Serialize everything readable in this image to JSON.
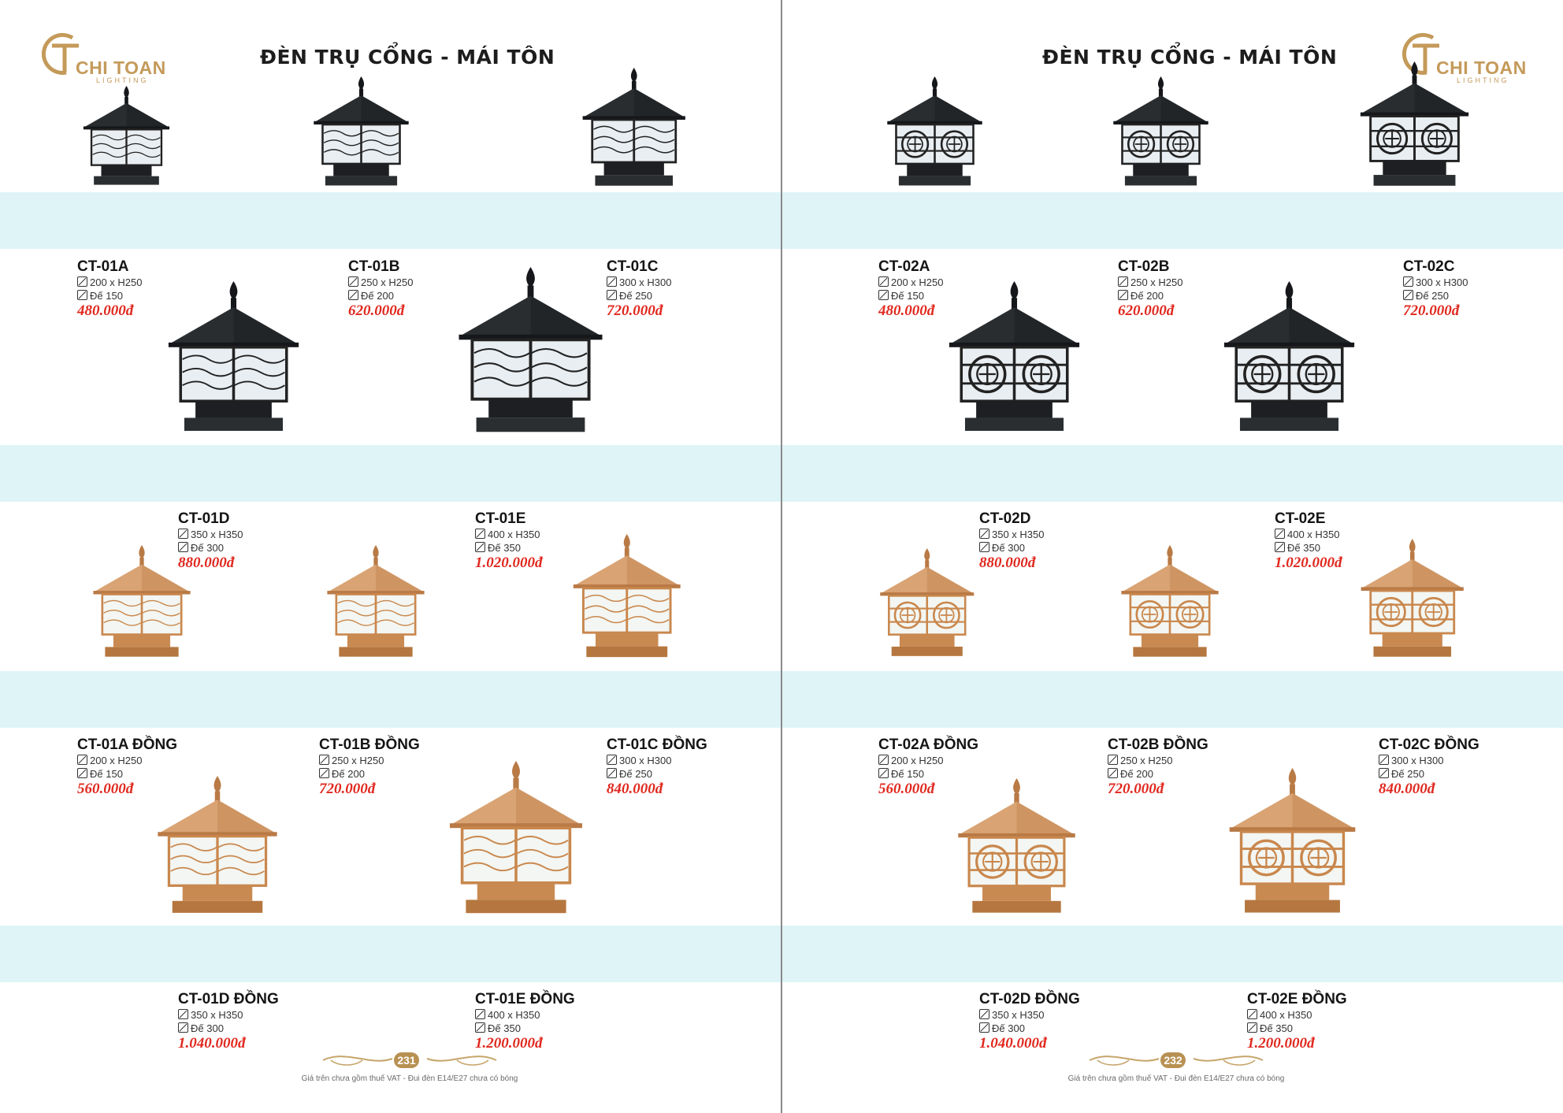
{
  "left_page": {
    "title": "ĐÈN TRỤ CỔNG - MÁI TÔN",
    "logo": {
      "name": "CHI TOAN",
      "sub": "LIGHTING"
    },
    "page_number": "231",
    "footer_note": "Giá trên chưa gồm thuế VAT - Đui đèn E14/E27 chưa có bóng",
    "products": [
      {
        "code": "CT-01A",
        "size": "200 x H250",
        "base": "Đế 150",
        "price": "480.000đ",
        "finish": "black",
        "pattern": "wave"
      },
      {
        "code": "CT-01B",
        "size": "250 x H250",
        "base": "Đế 200",
        "price": "620.000đ",
        "finish": "black",
        "pattern": "wave"
      },
      {
        "code": "CT-01C",
        "size": "300 x H300",
        "base": "Đế 250",
        "price": "720.000đ",
        "finish": "black",
        "pattern": "wave"
      },
      {
        "code": "CT-01D",
        "size": "350 x H350",
        "base": "Đế 300",
        "price": "880.000đ",
        "finish": "black",
        "pattern": "wave"
      },
      {
        "code": "CT-01E",
        "size": "400 x H350",
        "base": "Đế 350",
        "price": "1.020.000đ",
        "finish": "black",
        "pattern": "wave"
      },
      {
        "code": "CT-01A ĐỒNG",
        "size": "200 x H250",
        "base": "Đế 150",
        "price": "560.000đ",
        "finish": "copper",
        "pattern": "wave"
      },
      {
        "code": "CT-01B ĐỒNG",
        "size": "250 x H250",
        "base": "Đế 200",
        "price": "720.000đ",
        "finish": "copper",
        "pattern": "wave"
      },
      {
        "code": "CT-01C ĐỒNG",
        "size": "300 x H300",
        "base": "Đế 250",
        "price": "840.000đ",
        "finish": "copper",
        "pattern": "wave"
      },
      {
        "code": "CT-01D ĐỒNG",
        "size": "350 x H350",
        "base": "Đế 300",
        "price": "1.040.000đ",
        "finish": "copper",
        "pattern": "wave"
      },
      {
        "code": "CT-01E ĐỒNG",
        "size": "400 x H350",
        "base": "Đế 350",
        "price": "1.200.000đ",
        "finish": "copper",
        "pattern": "wave"
      }
    ]
  },
  "right_page": {
    "title": "ĐÈN TRỤ CỔNG - MÁI TÔN",
    "logo": {
      "name": "CHI TOAN",
      "sub": "LIGHTING"
    },
    "page_number": "232",
    "footer_note": "Giá trên chưa gồm thuế VAT - Đui đèn E14/E27 chưa có bóng",
    "products": [
      {
        "code": "CT-02A",
        "size": "200 x H250",
        "base": "Đế 150",
        "price": "480.000đ",
        "finish": "black",
        "pattern": "circle"
      },
      {
        "code": "CT-02B",
        "size": "250 x H250",
        "base": "Đế 200",
        "price": "620.000đ",
        "finish": "black",
        "pattern": "circle"
      },
      {
        "code": "CT-02C",
        "size": "300 x H300",
        "base": "Đế 250",
        "price": "720.000đ",
        "finish": "black",
        "pattern": "circle"
      },
      {
        "code": "CT-02D",
        "size": "350 x H350",
        "base": "Đế 300",
        "price": "880.000đ",
        "finish": "black",
        "pattern": "circle"
      },
      {
        "code": "CT-02E",
        "size": "400 x H350",
        "base": "Đế 350",
        "price": "1.020.000đ",
        "finish": "black",
        "pattern": "circle"
      },
      {
        "code": "CT-02A ĐỒNG",
        "size": "200 x H250",
        "base": "Đế 150",
        "price": "560.000đ",
        "finish": "copper",
        "pattern": "circle"
      },
      {
        "code": "CT-02B ĐỒNG",
        "size": "250 x H250",
        "base": "Đế 200",
        "price": "720.000đ",
        "finish": "copper",
        "pattern": "circle"
      },
      {
        "code": "CT-02C ĐỒNG",
        "size": "300 x H300",
        "base": "Đế 250",
        "price": "840.000đ",
        "finish": "copper",
        "pattern": "circle"
      },
      {
        "code": "CT-02D ĐỒNG",
        "size": "350 x H350",
        "base": "Đế 300",
        "price": "1.040.000đ",
        "finish": "copper",
        "pattern": "circle"
      },
      {
        "code": "CT-02E ĐỒNG",
        "size": "400 x H350",
        "base": "Đế 350",
        "price": "1.200.000đ",
        "finish": "copper",
        "pattern": "circle"
      }
    ]
  },
  "colors": {
    "band": "#def4f7",
    "price": "#e0281e",
    "black_roof": "#2a2d30",
    "copper_roof": "#d9a373",
    "logo_gold": "#c49a5a"
  }
}
